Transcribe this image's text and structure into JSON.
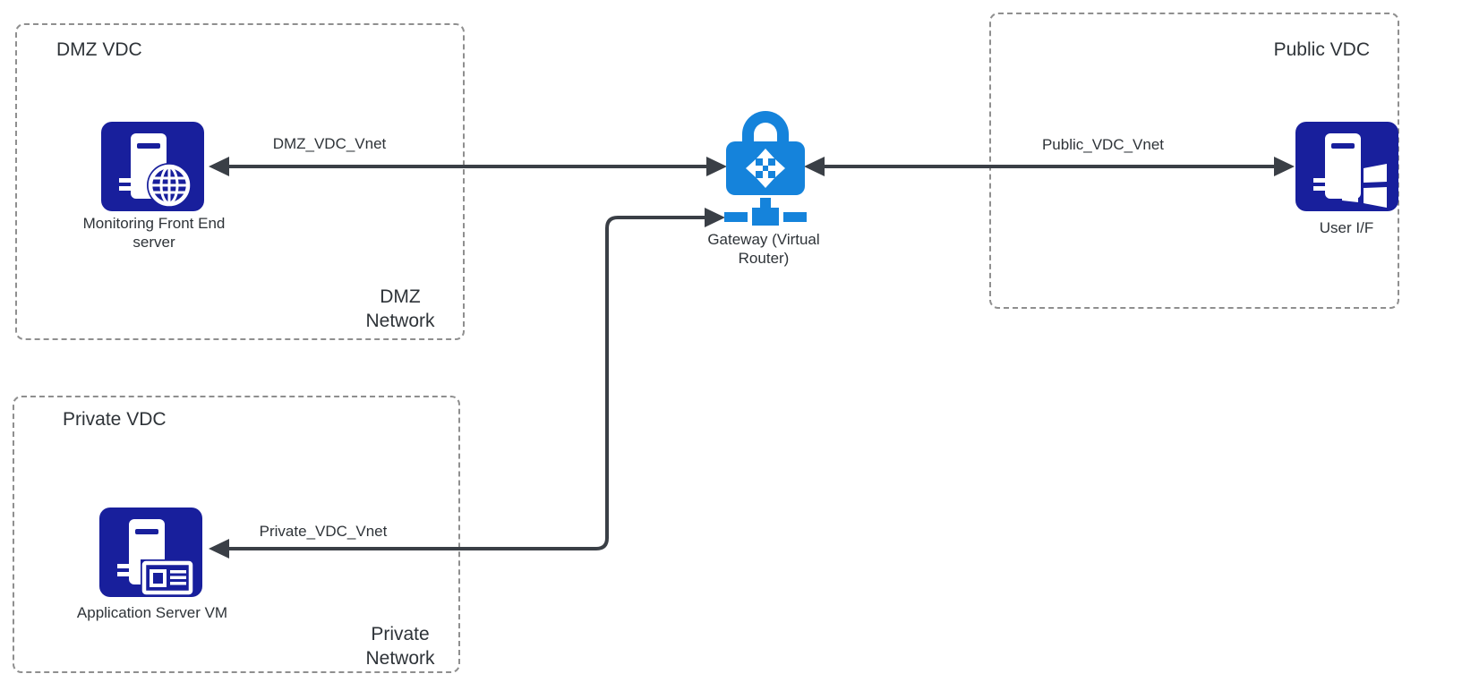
{
  "colors": {
    "icon_navy": "#181F9C",
    "gateway_blue": "#1583DB",
    "connector": "#3A3F46",
    "box_border": "#8F8F8F",
    "text": "#2E3338",
    "background": "#FFFFFF"
  },
  "boxes": {
    "dmz": {
      "title": "DMZ VDC",
      "network_label": "DMZ\nNetwork"
    },
    "private": {
      "title": "Private VDC",
      "network_label": "Private\nNetwork"
    },
    "public": {
      "title": "Public VDC"
    }
  },
  "nodes": {
    "monitoring_server": {
      "label": "Monitoring Front End\nserver",
      "icon": "server-globe-icon"
    },
    "application_server": {
      "label": "Application Server VM",
      "icon": "server-card-icon"
    },
    "user_interface": {
      "label": "User I/F",
      "icon": "server-windows-icon"
    },
    "gateway": {
      "label": "Gateway (Virtual\nRouter)",
      "icon": "lock-router-icon"
    }
  },
  "connections": {
    "dmz_vnet": {
      "label": "DMZ_VDC_Vnet",
      "from": "monitoring_server",
      "to": "gateway",
      "direction": "bidirectional"
    },
    "public_vnet": {
      "label": "Public_VDC_Vnet",
      "from": "gateway",
      "to": "user_interface",
      "direction": "bidirectional"
    },
    "private_vnet": {
      "label": "Private_VDC_Vnet",
      "from": "gateway",
      "to": "application_server",
      "direction": "bidirectional"
    }
  }
}
